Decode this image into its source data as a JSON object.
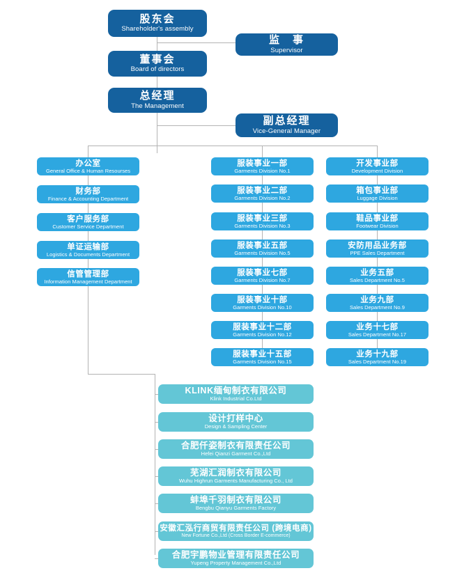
{
  "chart": {
    "title": "Organizational Structure Chart",
    "colors": {
      "executive": "#15619E",
      "department": "#2EA7E0",
      "subsidiary": "#63C6D6",
      "connector": "#B3B3B3",
      "background": "#FFFFFF",
      "text": "#FFFFFF"
    }
  },
  "executives": [
    {
      "cn": "股东会",
      "en": "Shareholder's assembly"
    },
    {
      "cn": "监　事",
      "en": "Supervisor"
    },
    {
      "cn": "董事会",
      "en": "Board of directors"
    },
    {
      "cn": "总经理",
      "en": "The Management"
    },
    {
      "cn": "副总经理",
      "en": "Vice-General Manager"
    }
  ],
  "columns": {
    "admin": [
      {
        "cn": "办公室",
        "en": "General Office & Human Resourses"
      },
      {
        "cn": "财务部",
        "en": "Finance & Accounting Department"
      },
      {
        "cn": "客户服务部",
        "en": "Customer Service Department"
      },
      {
        "cn": "单证运输部",
        "en": "Logistics & Documents Department"
      },
      {
        "cn": "信管管理部",
        "en": "Information Management Department"
      }
    ],
    "garments": [
      {
        "cn": "服装事业一部",
        "en": "Garments Division No.1"
      },
      {
        "cn": "服装事业二部",
        "en": "Garments Division No.2"
      },
      {
        "cn": "服装事业三部",
        "en": "Garments Division No.3"
      },
      {
        "cn": "服装事业五部",
        "en": "Garments Division No.5"
      },
      {
        "cn": "服装事业七部",
        "en": "Garments Division No.7"
      },
      {
        "cn": "服装事业十部",
        "en": "Garments Division No.10"
      },
      {
        "cn": "服装事业十二部",
        "en": "Garments Division No.12"
      },
      {
        "cn": "服装事业十五部",
        "en": "Garments Division No.15"
      }
    ],
    "business": [
      {
        "cn": "开发事业部",
        "en": "Development Division"
      },
      {
        "cn": "箱包事业部",
        "en": "Luggage Division"
      },
      {
        "cn": "鞋品事业部",
        "en": "Footwear Division"
      },
      {
        "cn": "安防用品业务部",
        "en": "PPE Sales Department"
      },
      {
        "cn": "业务五部",
        "en": "Sales Department No.5"
      },
      {
        "cn": "业务九部",
        "en": "Sales Department No.9"
      },
      {
        "cn": "业务十七部",
        "en": "Sales Department No.17"
      },
      {
        "cn": "业务十九部",
        "en": "Sales Department No.19"
      }
    ]
  },
  "subsidiaries": [
    {
      "cn": "KLINK缅甸制衣有限公司",
      "en": "Klink Industrial Co.Ltd"
    },
    {
      "cn": "设计打样中心",
      "en": "Design & Sampling Center"
    },
    {
      "cn": "合肥仟姿制衣有限责任公司",
      "en": "Hefei Qianzi Garment Co.,Ltd"
    },
    {
      "cn": "芜湖汇润制衣有限公司",
      "en": "Wuhu Highrun Garments Manufacturing Co., Ltd"
    },
    {
      "cn": "蚌埠千羽制衣有限公司",
      "en": "Bengbu Qianyu Garments Factory"
    },
    {
      "cn": "安徽汇泓行商贸有限责任公司 (跨境电商)",
      "en": "New Fortune Co.,Ltd (Cross Border E-commerce)"
    },
    {
      "cn": "合肥宇鹏物业管理有限责任公司",
      "en": "Yupeng Property Management Co.,Ltd"
    }
  ]
}
